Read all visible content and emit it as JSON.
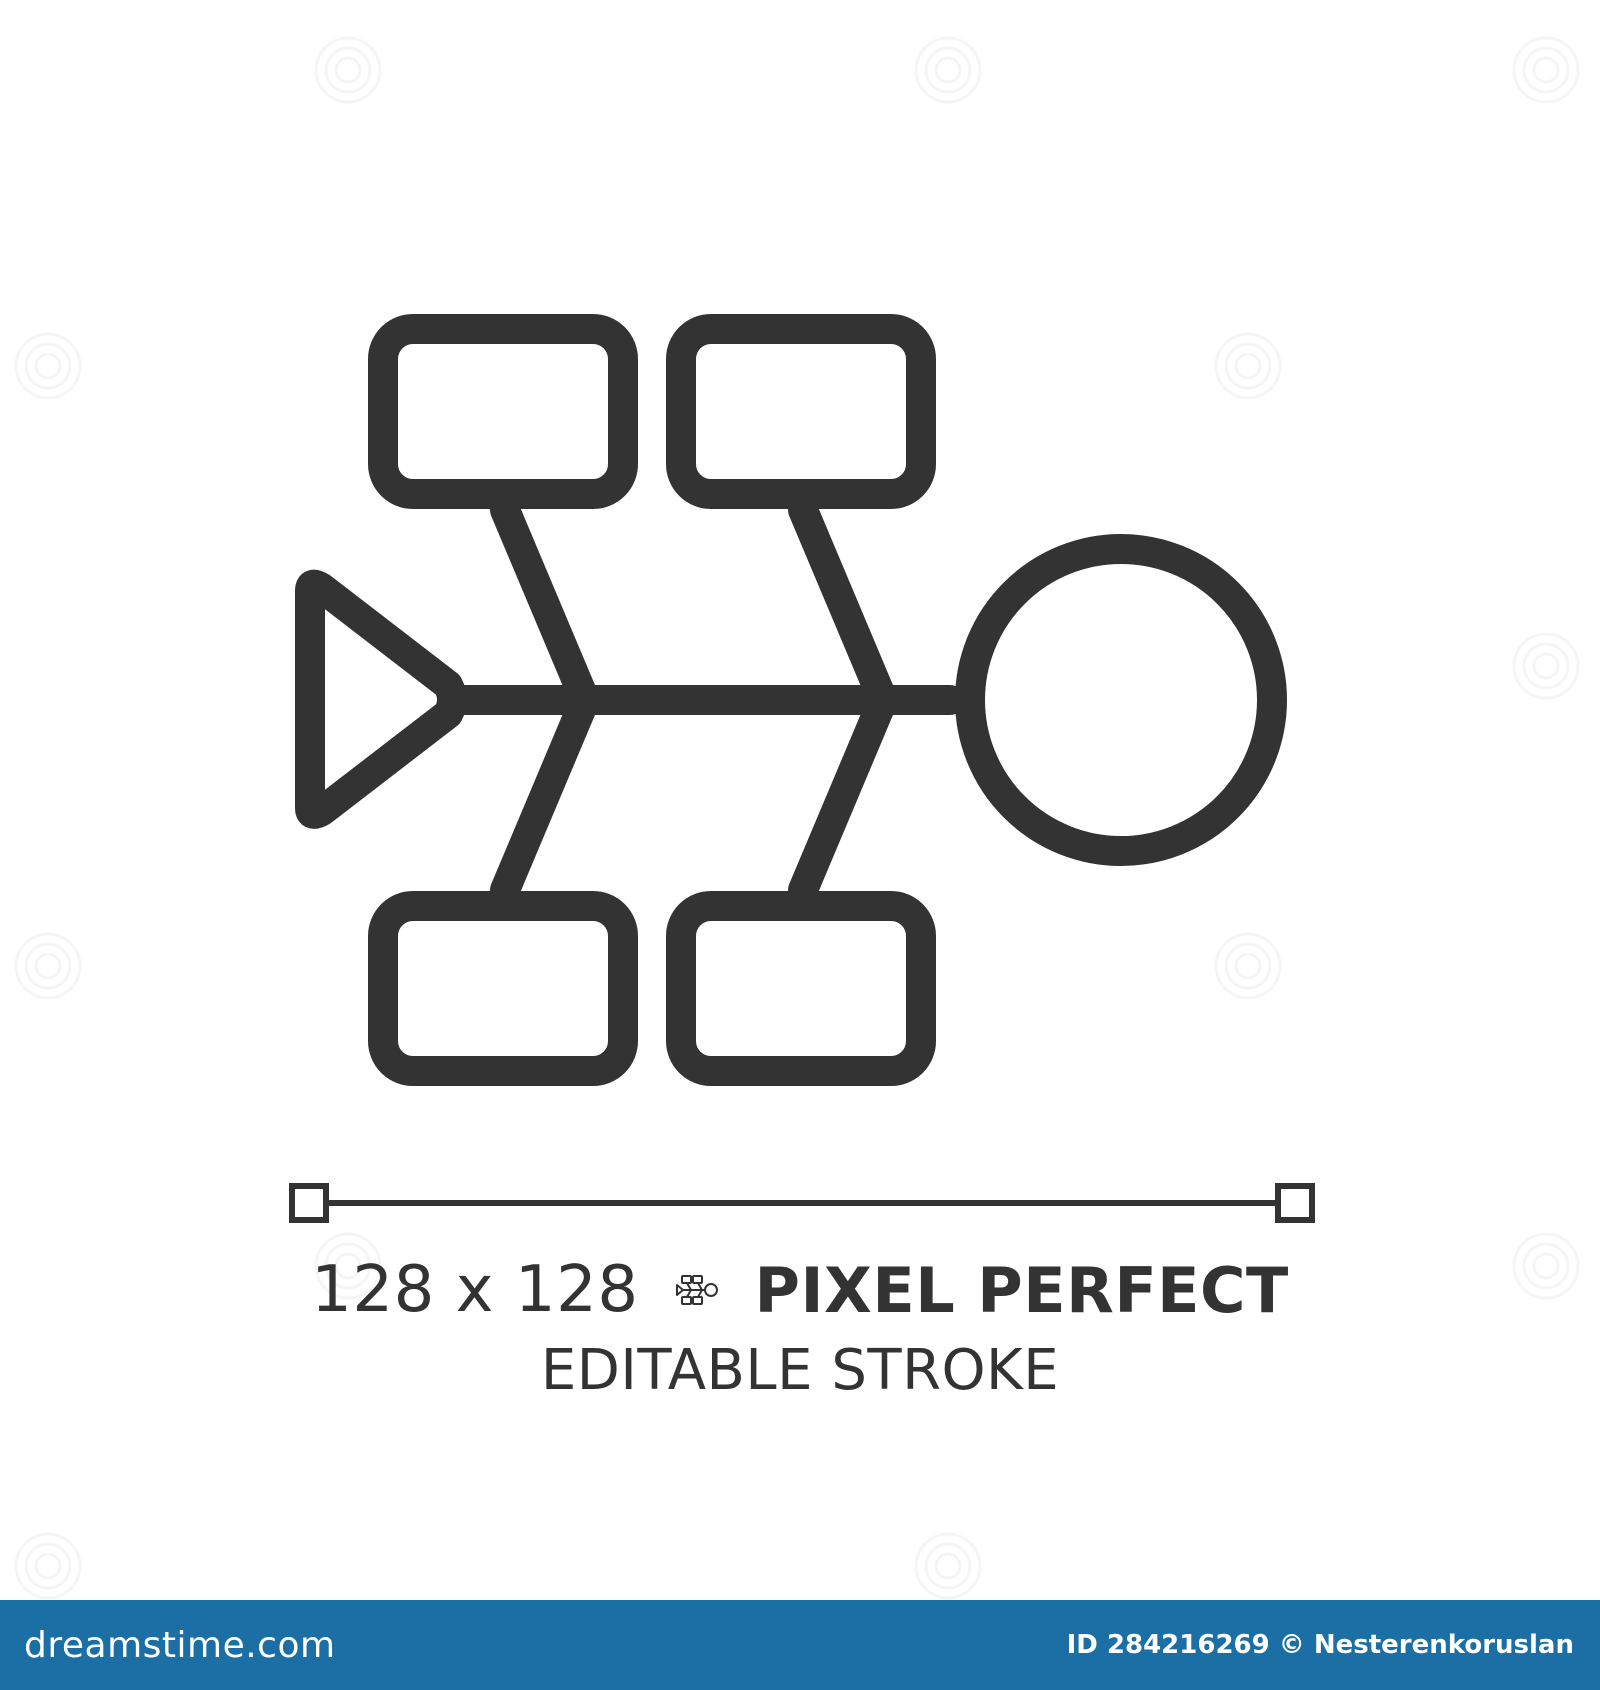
{
  "icon": {
    "name": "fishbone-diagram-icon",
    "stroke_color": "#333333"
  },
  "caption": {
    "size": "128 x 128",
    "pixel_perfect": "PIXEL PERFECT",
    "editable": "EDITABLE STROKE"
  },
  "footer": {
    "logo": "dreamstime.com",
    "id_label": "ID",
    "id_value": "284216269",
    "copyright": "©",
    "author": "Nesterenkoruslan",
    "background_color": "#1c6fa5"
  },
  "watermark": {
    "icon_name": "dreamstime-swirl-icon"
  }
}
